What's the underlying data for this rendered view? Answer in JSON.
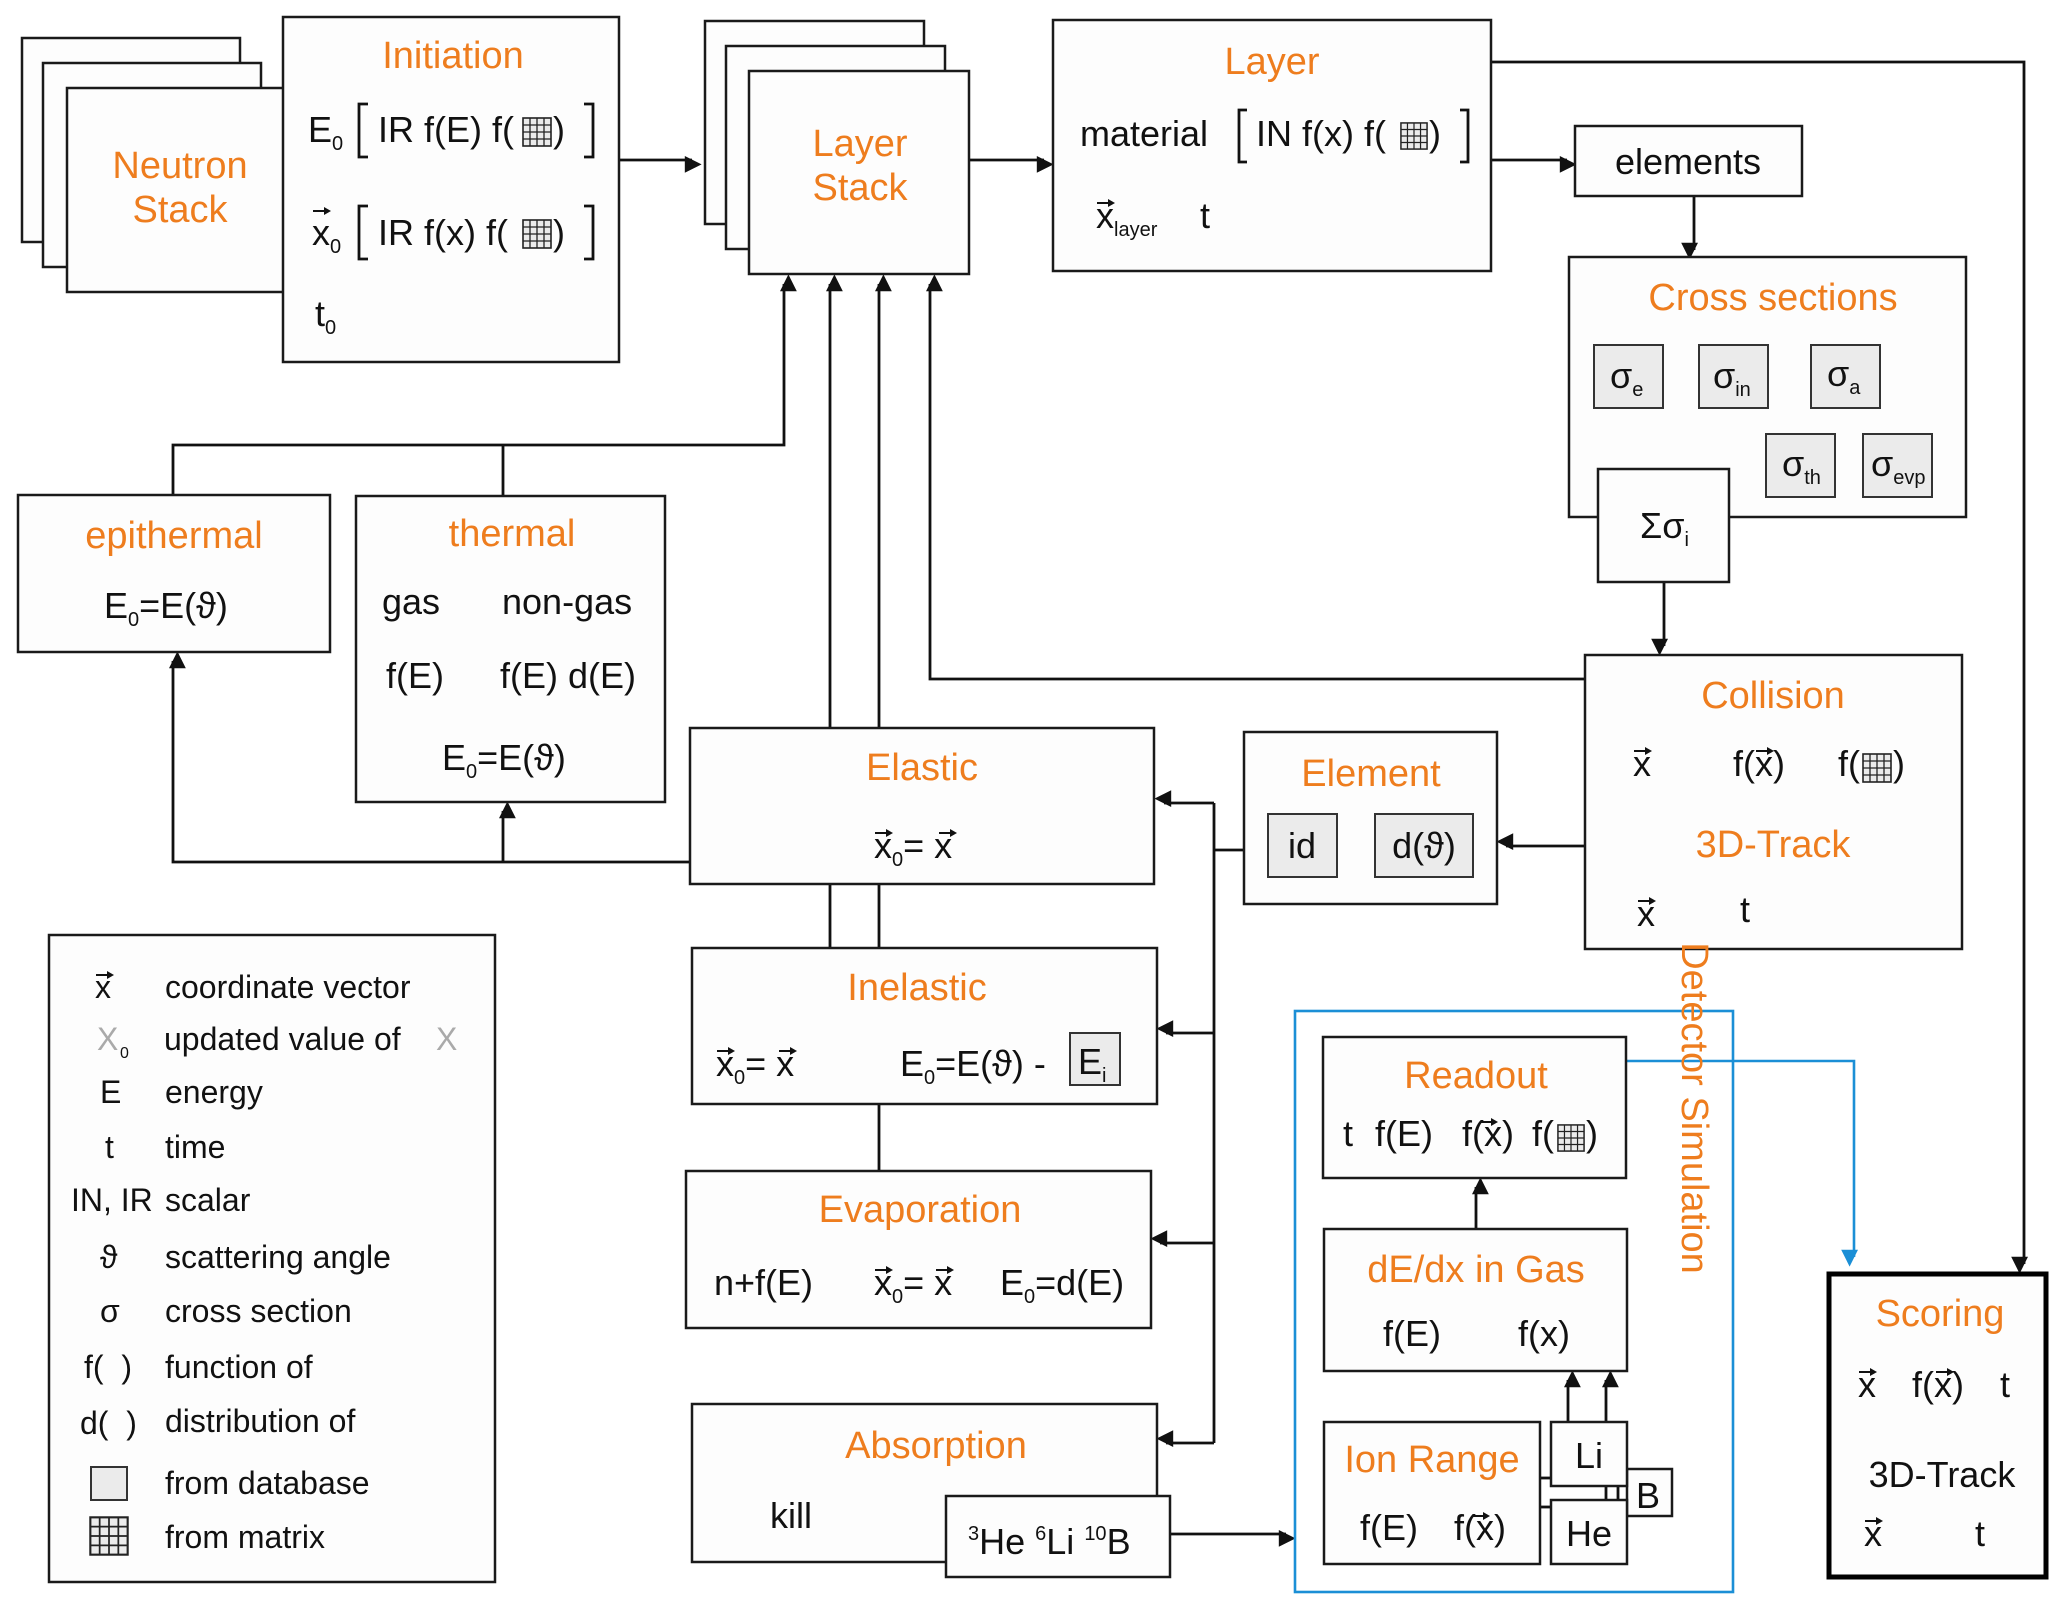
{
  "colors": {
    "title": "#ee7d1e",
    "line": "#111111",
    "detector": "#1b8fd6",
    "database_fill": "#ebebeb"
  },
  "neutron_stack": {
    "title_line1": "Neutron",
    "title_line2": "Stack"
  },
  "initiation": {
    "title": "Initiation",
    "row1": {
      "var": "E",
      "sub": "0",
      "content": "IR  f(E) f(",
      "close": ")"
    },
    "row2": {
      "var": "x",
      "sub": "0",
      "content": "IR  f(x) f(",
      "close": ")"
    },
    "row3": {
      "var": "t",
      "sub": "0"
    }
  },
  "layer_stack": {
    "title_line1": "Layer",
    "title_line2": "Stack"
  },
  "layer": {
    "title": "Layer",
    "row1": {
      "label": "material",
      "content": "IN  f(x) f(",
      "close": ")"
    },
    "row2": {
      "var": "x",
      "sub": "layer",
      "t": "t"
    }
  },
  "elements": {
    "label": "elements"
  },
  "cross_sections": {
    "title": "Cross sections",
    "items": [
      {
        "sym": "σ",
        "sub": "e"
      },
      {
        "sym": "σ",
        "sub": "in"
      },
      {
        "sym": "σ",
        "sub": "a"
      },
      {
        "sym": "σ",
        "sub": "th"
      },
      {
        "sym": "σ",
        "sub": "evp"
      }
    ],
    "sum": {
      "sym": "Σσ",
      "sub": "i"
    }
  },
  "epithermal": {
    "title": "epithermal",
    "eq_pre": "E",
    "eq_sub": "0",
    "eq_post": "=E(ϑ)"
  },
  "thermal": {
    "title": "thermal",
    "col1_head": "gas",
    "col2_head": "non-gas",
    "col1_val": "f(E)",
    "col2_val": "f(E) d(E)",
    "eq_pre": "E",
    "eq_sub": "0",
    "eq_post": "=E(ϑ)"
  },
  "collision": {
    "title": "Collision",
    "row1": [
      "x",
      "f(x)",
      "f("
    ],
    "row1_close": ")",
    "track_title": "3D-Track",
    "row2": [
      "x",
      "t"
    ]
  },
  "element": {
    "title": "Element",
    "items": [
      "id",
      "d(ϑ)"
    ]
  },
  "elastic": {
    "title": "Elastic",
    "eq_lhs": "x",
    "eq_sub": "0",
    "eq_rhs": "= x"
  },
  "inelastic": {
    "title": "Inelastic",
    "eq1_lhs": "x",
    "eq1_sub": "0",
    "eq1_rhs": "= x",
    "eq2_pre": "E",
    "eq2_sub": "0",
    "eq2_post": "=E(ϑ) -",
    "db_var": "E",
    "db_sub": "i"
  },
  "evaporation": {
    "title": "Evaporation",
    "term1": "n+f(E)",
    "eq_lhs": "x",
    "eq_sub": "0",
    "eq_rhs": "= x",
    "eq2_pre": "E",
    "eq2_sub": "0",
    "eq2_post": "=d(E)"
  },
  "absorption": {
    "title": "Absorption",
    "kill": "kill",
    "isotopes": [
      {
        "mass": "3",
        "sym": "He"
      },
      {
        "mass": "6",
        "sym": "Li"
      },
      {
        "mass": "10",
        "sym": "B"
      }
    ]
  },
  "detector_simulation": {
    "label": "Detector Simulation",
    "readout": {
      "title": "Readout",
      "items": [
        "t",
        "f(E)",
        "f(x)",
        "f("
      ],
      "close": ")"
    },
    "dedx": {
      "title": "dE/dx in Gas",
      "items": [
        "f(E)",
        "f(x)"
      ]
    },
    "ion_range": {
      "title": "Ion Range",
      "items": [
        "f(E)",
        "f(x)"
      ]
    },
    "ions": [
      "Li",
      "B",
      "He"
    ]
  },
  "scoring": {
    "title": "Scoring",
    "row1": [
      "x",
      "f(x)",
      "t"
    ],
    "track_title": "3D-Track",
    "row2": [
      "x",
      "t"
    ]
  },
  "legend": {
    "items": [
      {
        "symbol": "x",
        "label": "coordinate vector",
        "icon": "vector-x"
      },
      {
        "symbol": "X",
        "sub": "0",
        "label": "updated value of",
        "suffix": "X",
        "icon": "gray-x"
      },
      {
        "symbol": "E",
        "label": "energy"
      },
      {
        "symbol": "t",
        "label": "time"
      },
      {
        "symbol": "IN, IR",
        "label": "scalar"
      },
      {
        "symbol": "ϑ",
        "label": "scattering angle"
      },
      {
        "symbol": "σ",
        "label": "cross section"
      },
      {
        "symbol": "f(  )",
        "label": "function of"
      },
      {
        "symbol": "d(  )",
        "label": "distribution of"
      },
      {
        "symbol": "",
        "label": "from database",
        "icon": "database-square"
      },
      {
        "symbol": "",
        "label": "from matrix",
        "icon": "matrix-grid"
      }
    ]
  }
}
